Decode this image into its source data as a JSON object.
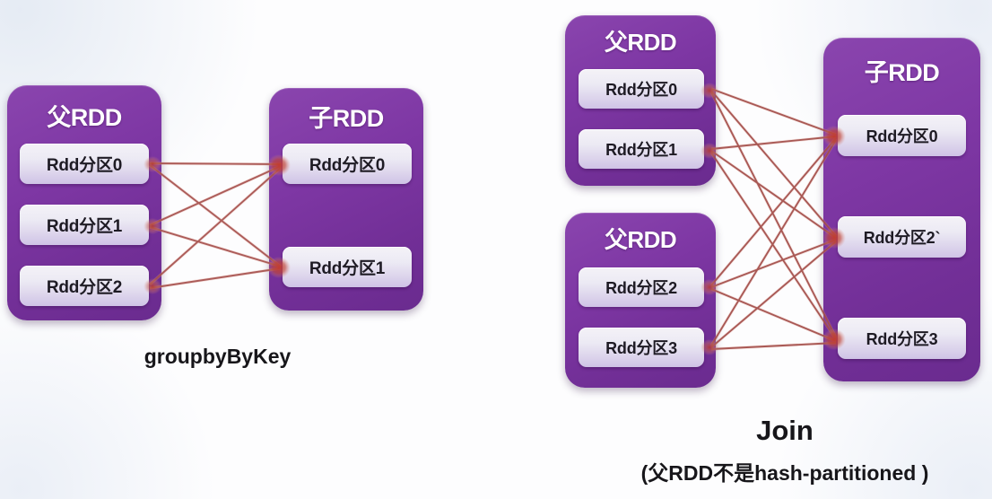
{
  "colors": {
    "card_purple": "#7e37a4",
    "card_purple_dark": "#6a2b8f",
    "partition_light": "#ece9f4",
    "partition_shadow": "#cfc3e6",
    "edge_red": "#a03030",
    "edge_red_light": "#d97a72",
    "text_dark": "#17161a",
    "background": "#fdfdfe"
  },
  "left_diagram": {
    "caption": "groupbyByKey",
    "parent": {
      "title": "父RDD",
      "partitions": [
        {
          "label": "Rdd分区0"
        },
        {
          "label": "Rdd分区1"
        },
        {
          "label": "Rdd分区2"
        }
      ]
    },
    "child": {
      "title": "子RDD",
      "partitions": [
        {
          "label": "Rdd分区0"
        },
        {
          "label": "Rdd分区1"
        }
      ]
    }
  },
  "right_diagram": {
    "caption_main": "Join",
    "caption_sub": "(父RDD不是hash-partitioned )",
    "parent_a": {
      "title": "父RDD",
      "partitions": [
        {
          "label": "Rdd分区0"
        },
        {
          "label": "Rdd分区1"
        }
      ]
    },
    "parent_b": {
      "title": "父RDD",
      "partitions": [
        {
          "label": "Rdd分区2"
        },
        {
          "label": "Rdd分区3"
        }
      ]
    },
    "child": {
      "title": "子RDD",
      "partitions": [
        {
          "label": "Rdd分区0"
        },
        {
          "label": "Rdd分区2`"
        },
        {
          "label": "Rdd分区3"
        }
      ]
    }
  },
  "chart_data": {
    "type": "diagram",
    "title": "Spark RDD wide dependency (shuffle) illustration",
    "panels": [
      {
        "name": "groupbyByKey",
        "nodes": [
          {
            "group": "父RDD",
            "id": "L-P0",
            "label": "Rdd分区0"
          },
          {
            "group": "父RDD",
            "id": "L-P1",
            "label": "Rdd分区1"
          },
          {
            "group": "父RDD",
            "id": "L-P2",
            "label": "Rdd分区2"
          },
          {
            "group": "子RDD",
            "id": "L-C0",
            "label": "Rdd分区0"
          },
          {
            "group": "子RDD",
            "id": "L-C1",
            "label": "Rdd分区1"
          }
        ],
        "edges": [
          [
            "L-P0",
            "L-C0"
          ],
          [
            "L-P0",
            "L-C1"
          ],
          [
            "L-P1",
            "L-C0"
          ],
          [
            "L-P1",
            "L-C1"
          ],
          [
            "L-P2",
            "L-C0"
          ],
          [
            "L-P2",
            "L-C1"
          ]
        ]
      },
      {
        "name": "Join",
        "nodes": [
          {
            "group": "父RDD (上)",
            "id": "R-A0",
            "label": "Rdd分区0"
          },
          {
            "group": "父RDD (上)",
            "id": "R-A1",
            "label": "Rdd分区1"
          },
          {
            "group": "父RDD (下)",
            "id": "R-B2",
            "label": "Rdd分区2"
          },
          {
            "group": "父RDD (下)",
            "id": "R-B3",
            "label": "Rdd分区3"
          },
          {
            "group": "子RDD",
            "id": "R-C0",
            "label": "Rdd分区0"
          },
          {
            "group": "子RDD",
            "id": "R-C2",
            "label": "Rdd分区2`"
          },
          {
            "group": "子RDD",
            "id": "R-C3",
            "label": "Rdd分区3"
          }
        ],
        "edges": [
          [
            "R-A0",
            "R-C0"
          ],
          [
            "R-A0",
            "R-C2"
          ],
          [
            "R-A0",
            "R-C3"
          ],
          [
            "R-A1",
            "R-C0"
          ],
          [
            "R-A1",
            "R-C2"
          ],
          [
            "R-A1",
            "R-C3"
          ],
          [
            "R-B2",
            "R-C0"
          ],
          [
            "R-B2",
            "R-C2"
          ],
          [
            "R-B2",
            "R-C3"
          ],
          [
            "R-B3",
            "R-C0"
          ],
          [
            "R-B3",
            "R-C2"
          ],
          [
            "R-B3",
            "R-C3"
          ]
        ]
      }
    ]
  }
}
